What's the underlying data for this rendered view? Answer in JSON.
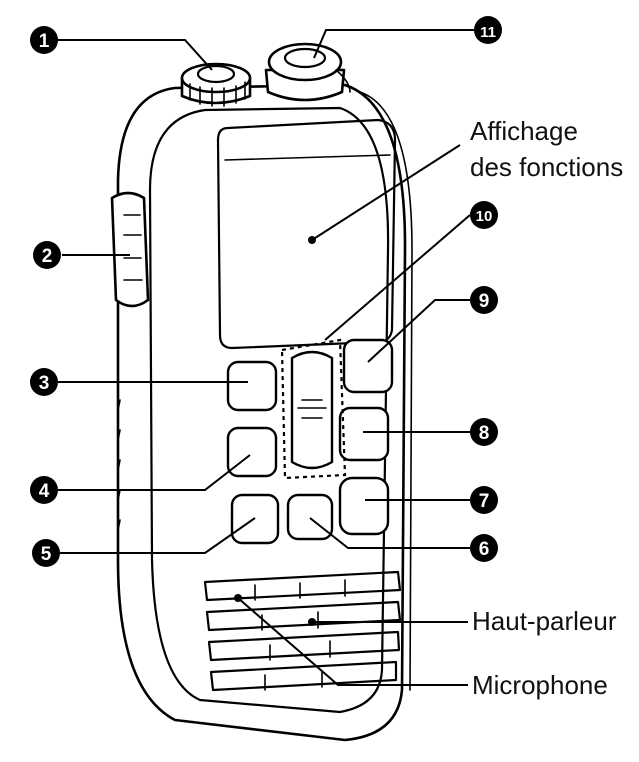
{
  "callouts": [
    {
      "id": "1",
      "label": "❶"
    },
    {
      "id": "2",
      "label": "❷"
    },
    {
      "id": "3",
      "label": "❸"
    },
    {
      "id": "4",
      "label": "❹"
    },
    {
      "id": "5",
      "label": "❺"
    },
    {
      "id": "6",
      "label": "❻"
    },
    {
      "id": "7",
      "label": "❼"
    },
    {
      "id": "8",
      "label": "❽"
    },
    {
      "id": "9",
      "label": "❾"
    },
    {
      "id": "10",
      "label": "❿"
    },
    {
      "id": "11",
      "label": "⓫"
    }
  ],
  "labels": {
    "display_line1": "Affichage",
    "display_line2": "des fonctions",
    "speaker": "Haut-parleur",
    "microphone": "Microphone"
  },
  "colors": {
    "line": "#000000",
    "background": "#ffffff",
    "callout_fill": "#000000"
  }
}
